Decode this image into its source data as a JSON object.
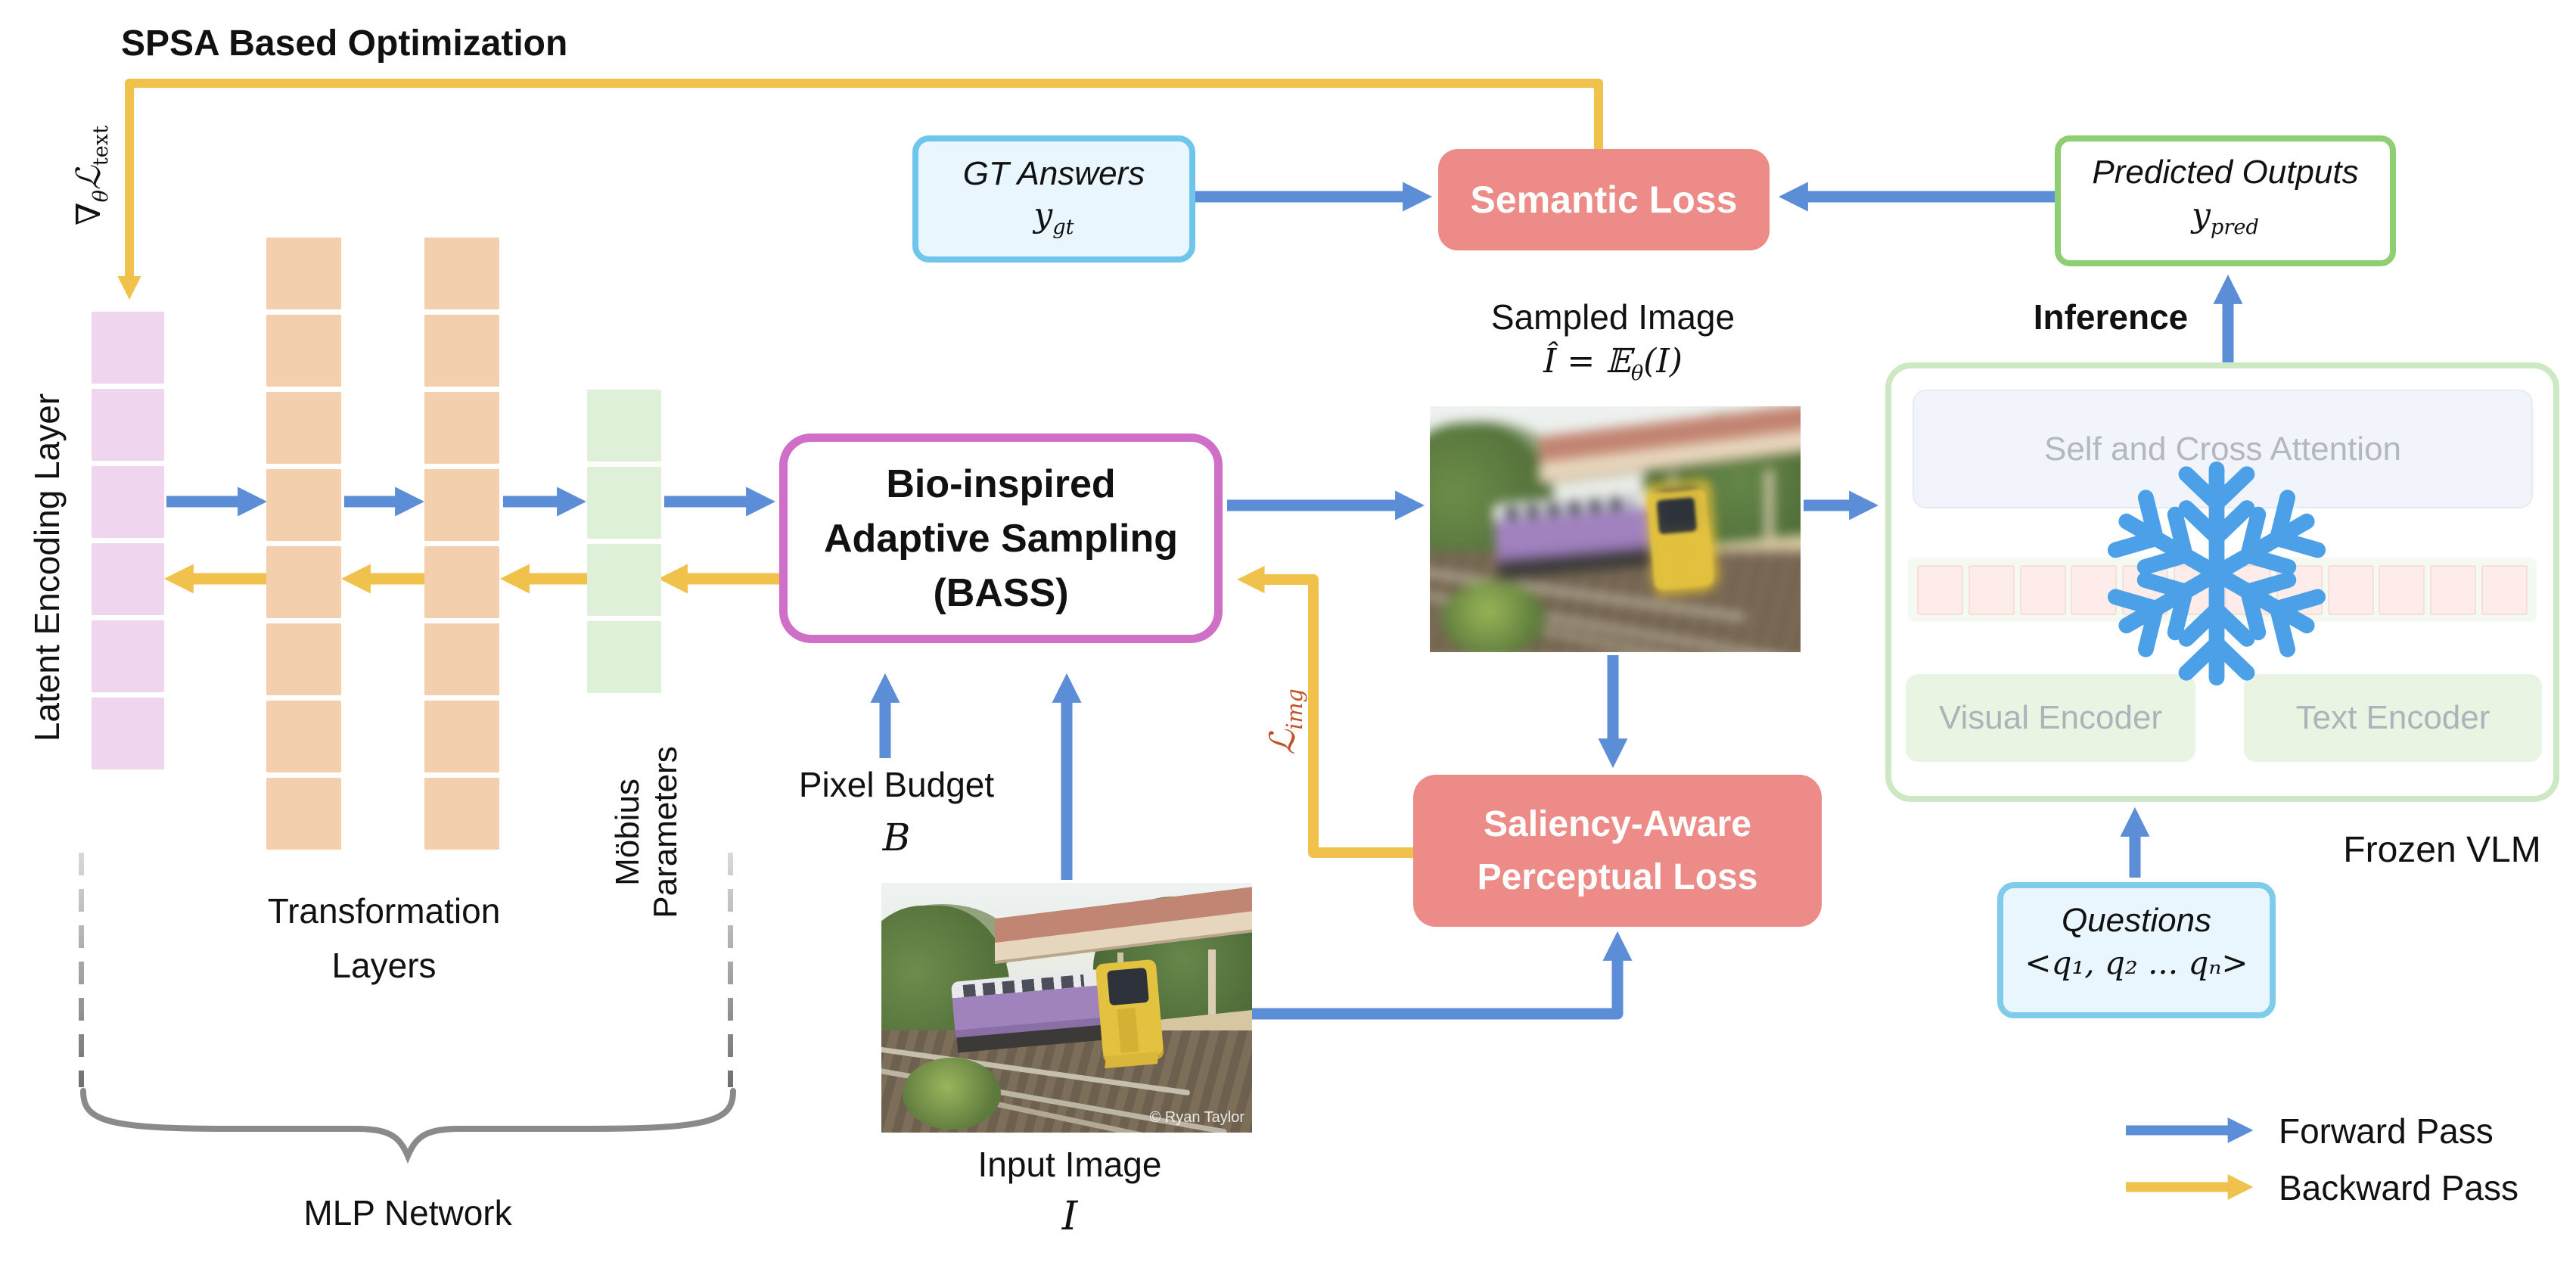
{
  "title": "SPSA Based Optimization",
  "gradient_label": {
    "nabla": "∇",
    "theta": "θ",
    "loss": "ℒ",
    "sub": "text"
  },
  "mlp": {
    "latent_label": "Latent Encoding Layer",
    "transformation_label_1": "Transformation",
    "transformation_label_2": "Layers",
    "mobius_label_1": "Möbius",
    "mobius_label_2": "Parameters",
    "network_label": "MLP Network",
    "latent_cells": 6,
    "transformation_cells": 8,
    "mobius_cells": 4
  },
  "bass": {
    "line1": "Bio-inspired",
    "line2": "Adaptive Sampling",
    "line3": "(BASS)"
  },
  "pixel_budget": {
    "label": "Pixel Budget",
    "symbol": "B"
  },
  "input_image": {
    "label": "Input Image",
    "symbol": "I",
    "watermark": "© Ryan Taylor"
  },
  "sampled_image": {
    "label": "Sampled Image",
    "formula_pre": "Î = 𝔼",
    "formula_sub": "θ",
    "formula_post": "(I)"
  },
  "l_img": {
    "base": "ℒ",
    "sub": "img"
  },
  "semantic_loss": {
    "label": "Semantic Loss"
  },
  "saliency_loss": {
    "line1": "Saliency-Aware",
    "line2": "Perceptual Loss"
  },
  "gt_answers": {
    "label": "GT Answers",
    "symbol_base": "y",
    "symbol_sub": "gt"
  },
  "predicted_outputs": {
    "label": "Predicted Outputs",
    "symbol_base": "y",
    "symbol_sub": "pred"
  },
  "inference_label": "Inference",
  "frozen_vlm": {
    "label": "Frozen VLM",
    "attention": "Self and Cross Attention",
    "visual_encoder": "Visual Encoder",
    "text_encoder": "Text Encoder",
    "token_count": 12
  },
  "questions": {
    "label": "Questions",
    "symbol": "<q₁, q₂ ... qₙ>"
  },
  "legend": {
    "forward": "Forward Pass",
    "backward": "Backward Pass"
  },
  "colors": {
    "forward": "#5b8ed6",
    "backward": "#f0c14b",
    "loss_box": "#ec8b87",
    "bass_border": "#cf6fc7",
    "latent_cell": "#efd5ee",
    "transform_cell": "#f4cfae",
    "mobius_cell": "#def0d8",
    "gt_border": "#6ec6ed",
    "predicted_border": "#90ce74",
    "vlm_border": "#cde9c4",
    "l_img_color": "#c0522a",
    "snowflake": "#4ba0e8"
  }
}
